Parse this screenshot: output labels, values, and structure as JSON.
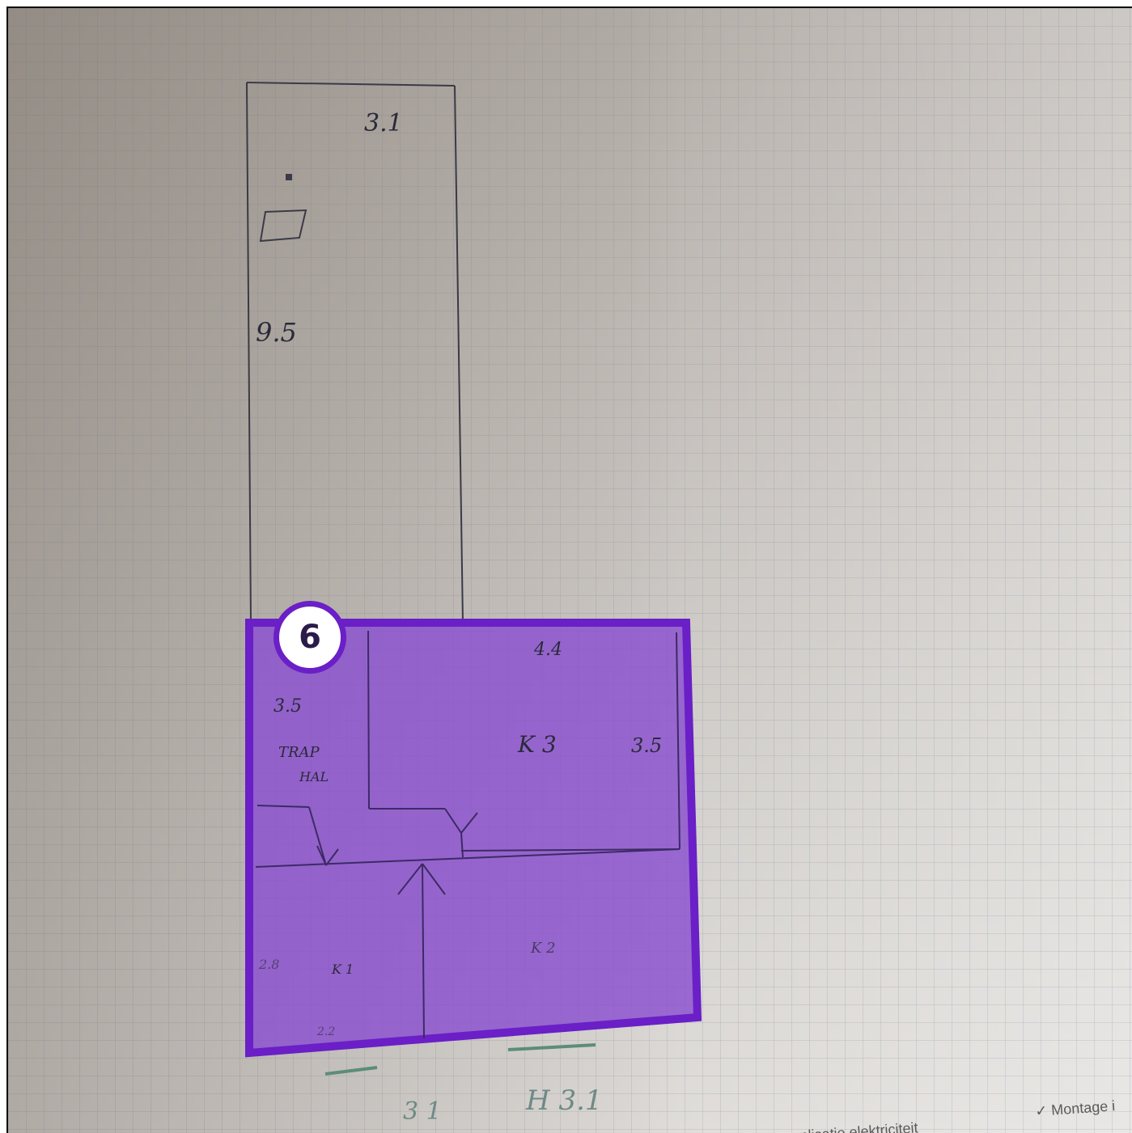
{
  "highlight": {
    "number": "6",
    "fill": "#8a4fd0",
    "border": "#6a1fc7"
  },
  "sketch": {
    "width_label": "3.1",
    "length_label": "9.5",
    "room_k3_width": "4.4",
    "room_k3_name": "K 3",
    "room_k3_height": "3.5",
    "stair_height": "3.5",
    "stair_label_1": "TRAP",
    "stair_label_2": "HAL",
    "room_k1_name": "K 1",
    "room_k1_height": "2.8",
    "room_k1_width": "2.2",
    "room_k2_name": "K 2",
    "bottom_left": "3 1",
    "bottom_right": "H 3.1"
  },
  "footer": {
    "item_1": "…nlisatie elektriciteit",
    "item_2": "Montage i"
  }
}
